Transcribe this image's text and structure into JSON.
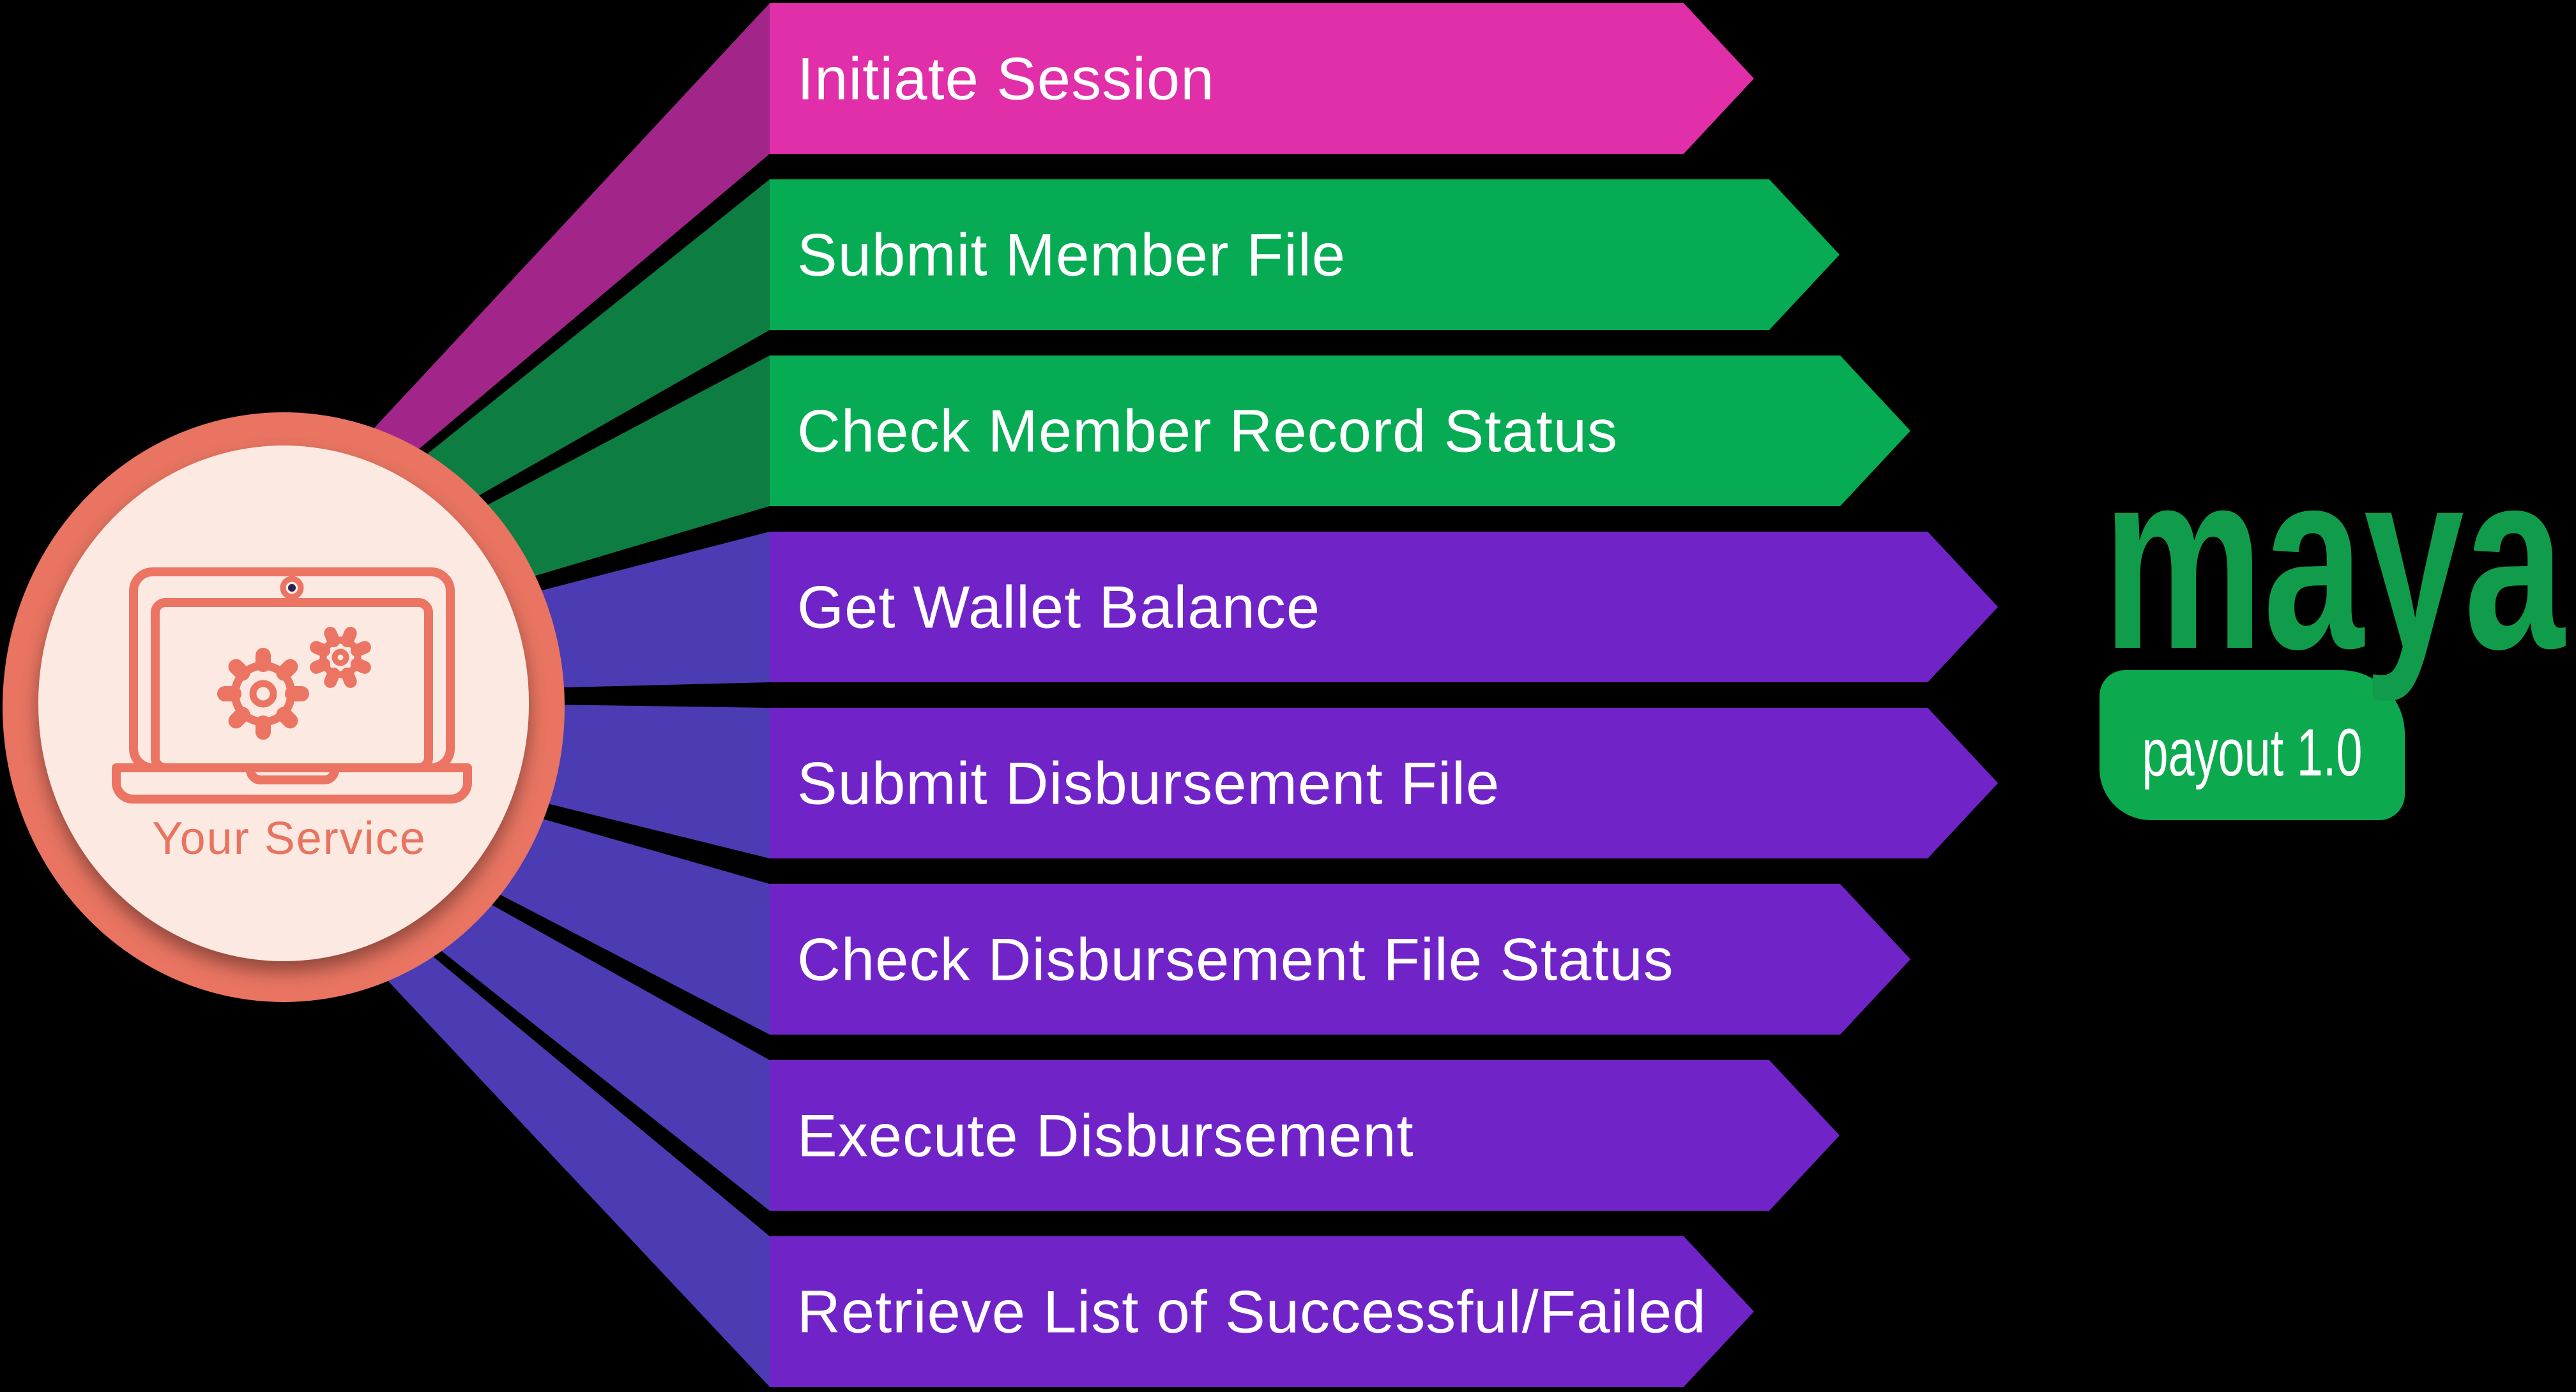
{
  "background": "#000000",
  "label_text_color": "#FFFFFF",
  "circle": {
    "label": "Your Service",
    "ring_color": "#E87461",
    "fill_color": "#FBE9E2",
    "icon_color": "#EB7462",
    "label_color": "#E8745F",
    "webcam_dot_color": "#2B2350"
  },
  "steps": [
    {
      "label": "Initiate Session",
      "banner_color": "#E02FA9",
      "connector_color": "#A2258A"
    },
    {
      "label": "Submit Member File",
      "banner_color": "#06AB53",
      "connector_color": "#0E7D42"
    },
    {
      "label": "Check Member Record Status",
      "banner_color": "#06AB53",
      "connector_color": "#0E7D42"
    },
    {
      "label": "Get Wallet Balance",
      "banner_color": "#7024C8",
      "connector_color": "#4B3CB3"
    },
    {
      "label": "Submit Disbursement File",
      "banner_color": "#7024C8",
      "connector_color": "#4B3CB3"
    },
    {
      "label": "Check Disbursement File Status",
      "banner_color": "#7024C8",
      "connector_color": "#4B3CB3"
    },
    {
      "label": "Execute Disbursement",
      "banner_color": "#7024C8",
      "connector_color": "#4B3CB3"
    },
    {
      "label": "Retrieve List of Successful/Failed",
      "banner_color": "#7024C8",
      "connector_color": "#4B3CB3"
    }
  ],
  "logo": {
    "wordmark": "maya",
    "wordmark_color": "#119C4B",
    "badge_label": "payout 1.0",
    "badge_color": "#0CA94F",
    "badge_text_color": "#FFFFFF"
  }
}
